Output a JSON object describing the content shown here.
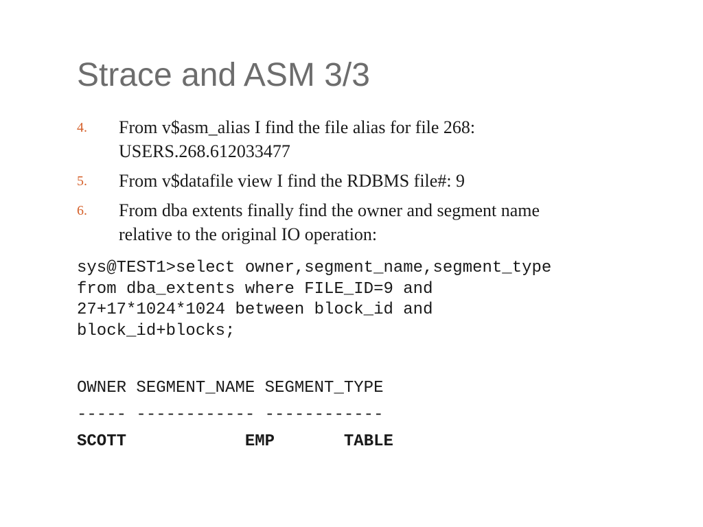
{
  "slide": {
    "title": "Strace and ASM 3/3"
  },
  "steps": [
    {
      "number": "4.",
      "lines": [
        "From v$asm_alias I find the file alias for file 268:",
        "USERS.268.612033477"
      ]
    },
    {
      "number": "5.",
      "lines": [
        "From v$datafile view I find the RDBMS file#: 9"
      ]
    },
    {
      "number": "6.",
      "lines": [
        "From dba extents finally find the owner and segment name",
        "relative to the original IO operation:"
      ]
    }
  ],
  "query": {
    "lines": [
      "sys@TEST1>select owner,segment_name,segment_type",
      "from dba_extents where FILE_ID=9 and",
      "27+17*1024*1024 between block_id and",
      "block_id+blocks;"
    ]
  },
  "result": {
    "header": "OWNER SEGMENT_NAME SEGMENT_TYPE",
    "separator": "----- ------------ ------------",
    "row": {
      "owner": "SCOTT",
      "segment_name": "EMP",
      "segment_type": "TABLE"
    }
  }
}
